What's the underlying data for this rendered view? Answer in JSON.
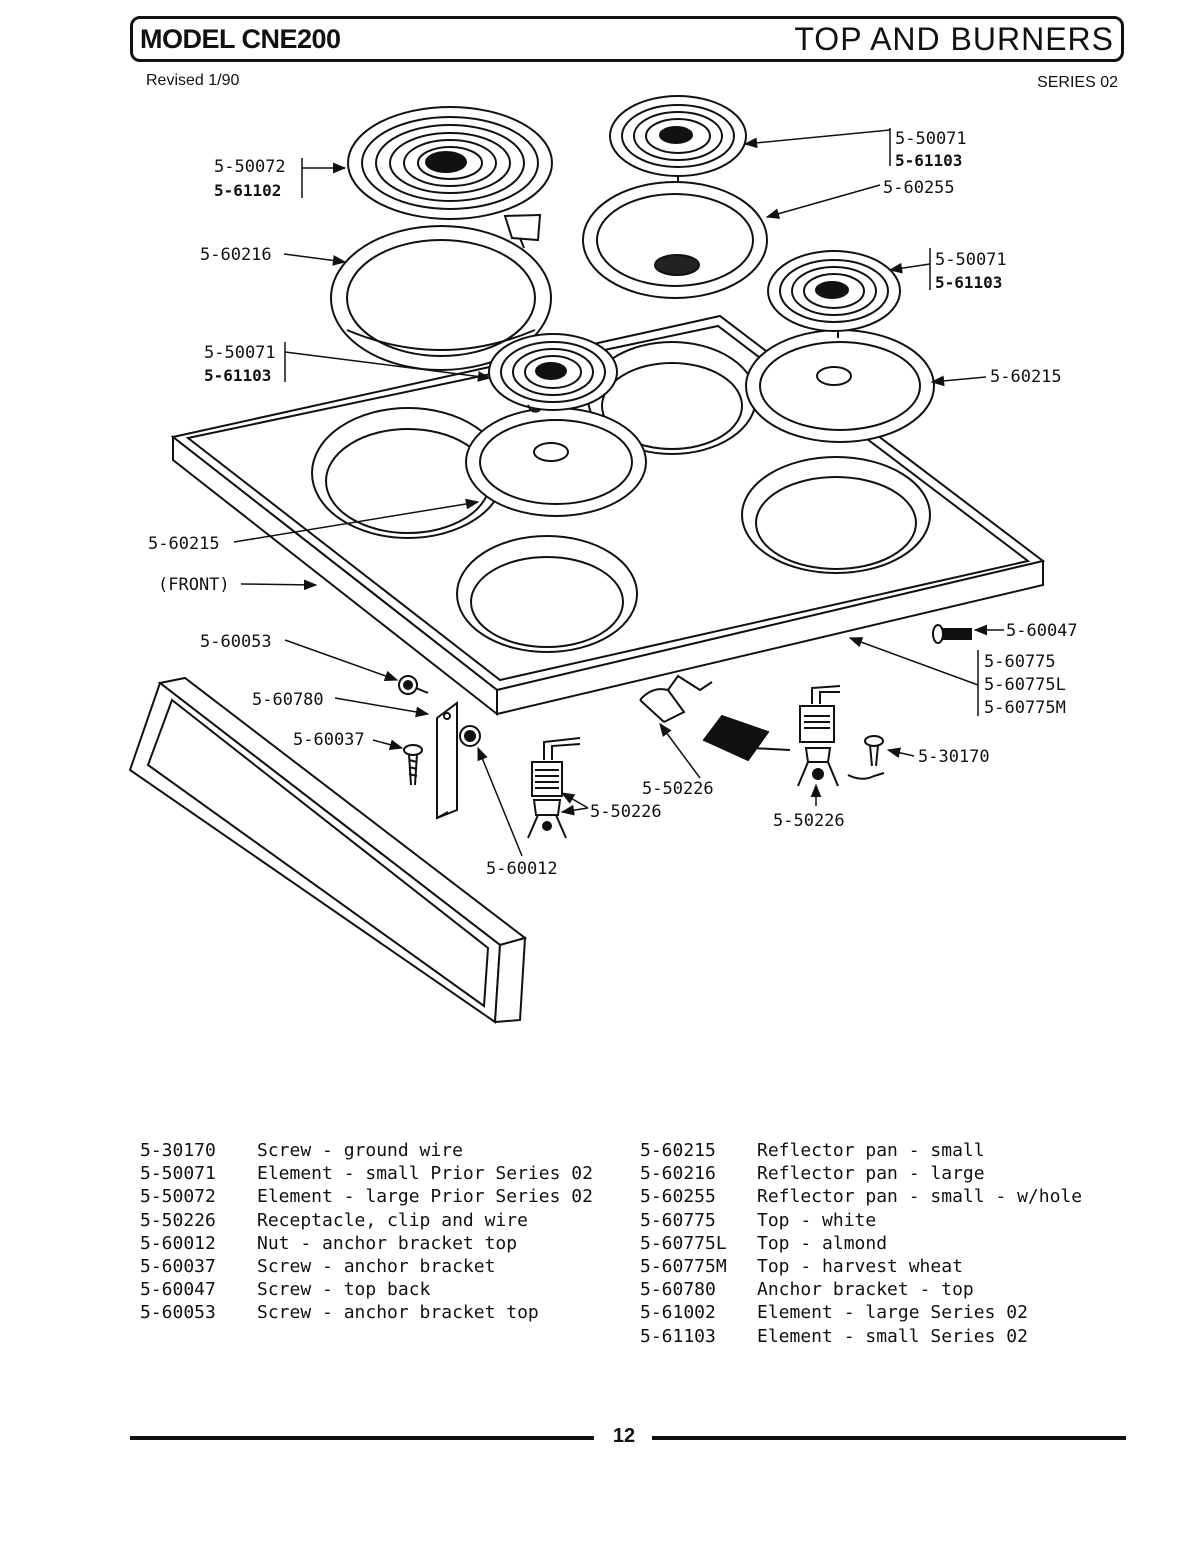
{
  "header": {
    "model": "MODEL CNE200",
    "title": "TOP AND BURNERS",
    "revised": "Revised 1/90",
    "series": "SERIES 02"
  },
  "callouts": {
    "c_50072": "5-50072",
    "c_61102": "5-61102",
    "c_50071_a": "5-50071",
    "c_61103_a": "5-61103",
    "c_60255": "5-60255",
    "c_60216": "5-60216",
    "c_50071_b": "5-50071",
    "c_61103_b": "5-61103",
    "c_50071_c": "5-50071",
    "c_61103_c": "5-61103",
    "c_60215_a": "5-60215",
    "c_60215_b": "5-60215",
    "front": "(FRONT)",
    "c_60053": "5-60053",
    "c_60047": "5-60047",
    "c_60775": "5-60775",
    "c_60775L": "5-60775L",
    "c_60775M": "5-60775M",
    "c_60780": "5-60780",
    "c_60037": "5-60037",
    "c_30170": "5-30170",
    "c_50226_a": "5-50226",
    "c_50226_b": "5-50226",
    "c_50226_c": "5-50226",
    "c_60012": "5-60012"
  },
  "parts_left": [
    {
      "part": "5-30170",
      "desc": "Screw - ground wire"
    },
    {
      "part": "5-50071",
      "desc": "Element - small Prior Series 02"
    },
    {
      "part": "5-50072",
      "desc": "Element - large Prior Series 02"
    },
    {
      "part": "5-50226",
      "desc": "Receptacle, clip and wire"
    },
    {
      "part": "5-60012",
      "desc": "Nut - anchor bracket top"
    },
    {
      "part": "5-60037",
      "desc": "Screw - anchor bracket"
    },
    {
      "part": "5-60047",
      "desc": "Screw - top back"
    },
    {
      "part": "5-60053",
      "desc": "Screw - anchor bracket top"
    }
  ],
  "parts_right": [
    {
      "part": "5-60215",
      "desc": "Reflector pan - small"
    },
    {
      "part": "5-60216",
      "desc": "Reflector pan - large"
    },
    {
      "part": "5-60255",
      "desc": "Reflector pan - small - w/hole"
    },
    {
      "part": "5-60775",
      "desc": "Top - white"
    },
    {
      "part": "5-60775L",
      "desc": "Top - almond"
    },
    {
      "part": "5-60775M",
      "desc": "Top - harvest wheat"
    },
    {
      "part": "5-60780",
      "desc": "Anchor bracket - top"
    },
    {
      "part": "5-61002",
      "desc": "Element - large Series 02"
    },
    {
      "part": "5-61103",
      "desc": "Element - small Series 02"
    }
  ],
  "footer": {
    "page": "12"
  }
}
